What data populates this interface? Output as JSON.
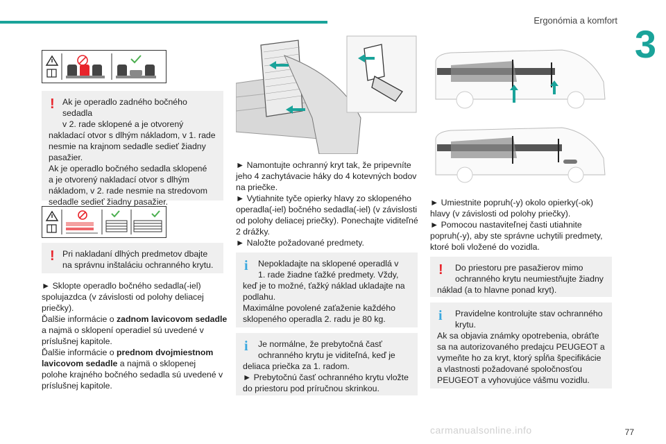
{
  "header": {
    "title": "Ergonómia a komfort",
    "chapter": "3",
    "page": "77"
  },
  "watermark": "carmanualsonline.info",
  "colors": {
    "accent": "#1aa39a",
    "warning": "#e8242b",
    "info": "#3aa8df",
    "box_bg": "#efefef"
  },
  "left": {
    "warn1": {
      "l1": "Ak je operadlo zadného bočného sedadla",
      "l2": "v 2. rade sklopené a je otvorený",
      "l3": "nakladací otvor s dlhým nákladom, v 1. rade",
      "l4": "nesmie na krajnom sedadle sedieť žiadny",
      "l5": "pasažier.",
      "l6": "Ak je operadlo bočného sedadla sklopené",
      "l7": "a je otvorený nakladací otvor s dlhým",
      "l8": "nákladom, v 2. rade nesmie na stredovom",
      "l9": "sedadle sedieť žiadny pasažier."
    },
    "warn2": {
      "l1": "Pri nakladaní dlhých predmetov dbajte",
      "l2": "na správnu inštaláciu ochranného krytu."
    },
    "body": {
      "l1": "► Sklopte operadlo bočného sedadla(-iel)",
      "l2": "spolujazdca (v závislosti od polohy deliacej",
      "l3": "priečky).",
      "l4a": "Ďalšie informácie o ",
      "l4b": "zadnom lavicovom sedadle",
      "l5": "a najmä o sklopení operadiel sú uvedené v",
      "l6": "príslušnej kapitole.",
      "l7a": "Ďalšie informácie o ",
      "l7b": "prednom dvojmiestnom",
      "l8a": "lavicovom sedadle",
      "l8b": " a najmä o sklopenej",
      "l9": "polohe krajného bočného sedadla sú uvedené v",
      "l10": "príslušnej kapitole."
    }
  },
  "middle": {
    "body": {
      "l1": "► Namontujte ochranný kryt tak, že pripevníte",
      "l2": "jeho 4 zachytávacie háky do 4 kotevných bodov",
      "l3": "na priečke.",
      "l4": "► Vytiahnite tyče opierky hlavy zo sklopeného",
      "l5": "operadla(-iel) bočného sedadla(-iel) (v závislosti",
      "l6": "od polohy deliacej priečky). Ponechajte viditeľné",
      "l7": "2 drážky.",
      "l8": "► Naložte požadované predmety."
    },
    "info1": {
      "l1": "Nepokladajte na sklopené operadlá v",
      "l2": "1. rade žiadne ťažké predmety. Vždy,",
      "l3": "keď je to možné, ťažký náklad ukladajte na",
      "l4": "podlahu.",
      "l5": "Maximálne povolené zaťaženie každého",
      "l6": "sklopeného operadla 2. radu je 80 kg."
    },
    "info2": {
      "l1": "Je normálne, že prebytočná časť",
      "l2": "ochranného krytu je viditeľná, keď je",
      "l3": "deliaca priečka za 1. radom.",
      "l4": "► Prebytočnú časť ochranného krytu vložte",
      "l5": "do priestoru pod príručnou skrinkou."
    }
  },
  "right": {
    "body": {
      "l1": "► Umiestnite popruh(-y) okolo opierky(-ok)",
      "l2": "hlavy (v závislosti od polohy priečky).",
      "l3": "► Pomocou nastaviteľnej časti utiahnite",
      "l4": "popruh(-y), aby ste správne uchytili predmety,",
      "l5": "ktoré boli vložené do vozidla."
    },
    "warn3": {
      "l1": "Do priestoru pre pasažierov mimo",
      "l2": "ochranného krytu neumiestňujte žiadny",
      "l3": "náklad (a to hlavne ponad kryt)."
    },
    "info3": {
      "l1": "Pravidelne kontrolujte stav ochranného",
      "l2": "krytu.",
      "l3": "Ak sa objavia známky opotrebenia, obráťte",
      "l4": "sa na autorizovaného predajcu PEUGEOT a",
      "l5": "vymeňte ho za kryt, ktorý spĺňa špecifikácie",
      "l6": "a vlastnosti požadované spoločnosťou",
      "l7": "PEUGEOT a vyhovujúce vášmu vozidlu."
    }
  },
  "icons": {
    "warning_mark": "!",
    "info_mark": "i"
  }
}
